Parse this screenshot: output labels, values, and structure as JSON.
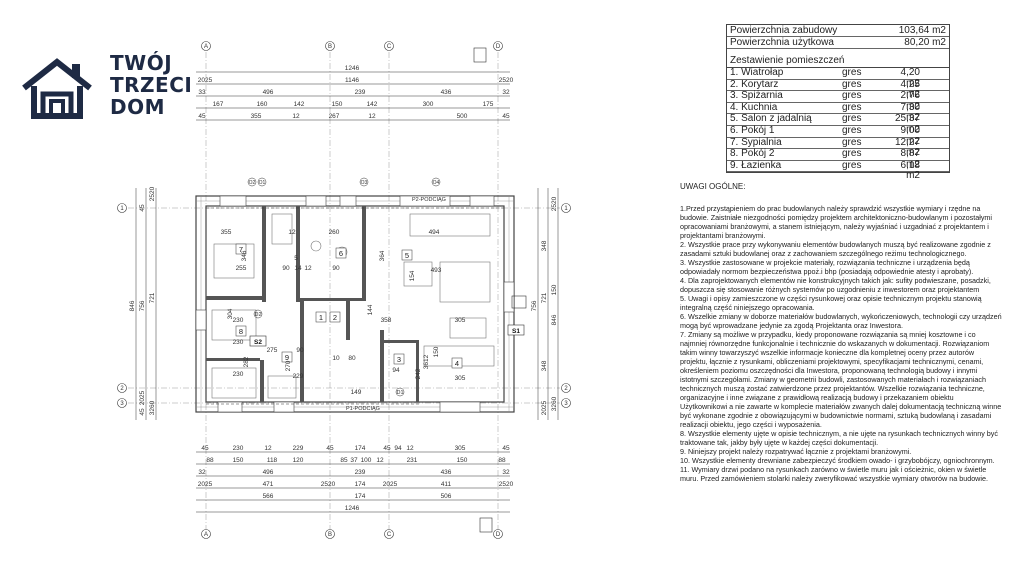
{
  "brand": {
    "line1": "TWÓJ",
    "line2": "TRZECI",
    "line3": "DOM",
    "color": "#1e2a44"
  },
  "summary": {
    "built_label": "Powierzchnia zabudowy",
    "built_value": "103,64 m2",
    "usable_label": "Powierzchnia użytkowa",
    "usable_value": "80,20 m2"
  },
  "rooms_title": "Zestawienie pomieszczeń",
  "rooms": [
    {
      "name": "1. Wiatrołap",
      "floor": "gres",
      "area": "4,20 m2"
    },
    {
      "name": "2. Korytarz",
      "floor": "gres",
      "area": "4,25 m2"
    },
    {
      "name": "3. Spiżarnia",
      "floor": "gres",
      "area": "2,76 m2"
    },
    {
      "name": "4. Kuchnia",
      "floor": "gres",
      "area": "7,30 m2"
    },
    {
      "name": "5. Salon z jadalnią",
      "floor": "gres",
      "area": "25,37 m2"
    },
    {
      "name": "6. Pokój 1",
      "floor": "gres",
      "area": "9,00 m2"
    },
    {
      "name": "7. Sypialnia",
      "floor": "gres",
      "area": "12,27 m2"
    },
    {
      "name": "8. Pokój 2",
      "floor": "gres",
      "area": "8,87 m2"
    },
    {
      "name": "9. Łazienka",
      "floor": "gres",
      "area": "6,18 m2"
    }
  ],
  "notes_title": "UWAGI OGÓLNE:",
  "notes": [
    "1.Przed przystąpieniem do prac budowlanych należy sprawdzić wszystkie wymiary i rzędne na budowie. Zaistniałe niezgodności pomiędzy projektem architektoniczno-budowlanym i pozostałymi opracowaniami branżowymi, a stanem istniejącym, należy wyjaśniać i uzgadniać z projektantem i projektantami branżowymi.",
    "2. Wszystkie prace przy wykonywaniu elementów budowlanych muszą być realizowane zgodnie z zasadami sztuki budowlanej oraz z zachowaniem szczególnego reżimu technologicznego.",
    "3. Wszystkie zastosowane w projekcie materiały, rozwiązania techniczne i urządzenia będą odpowiadały normom bezpieczeństwa ppoż.i bhp (posiadają odpowiednie atesty i aprobaty).",
    "4. Dla zaprojektowanych elementów nie konstrukcyjnych takich jak: sufity podwieszane, posadzki, dopuszcza się stosowanie różnych systemów po uzgodnieniu z inwestorem oraz projektantem",
    "5. Uwagi i opisy zamieszczone w części rysunkowej oraz opisie technicznym projektu stanowią integralną część niniejszego opracowania.",
    "6. Wszelkie zmiany w doborze materiałów budowlanych, wykończeniowych, technologii czy urządzeń mogą być wprowadzane jedynie za zgodą Projektanta oraz Inwestora.",
    "7. Zmiany są możliwe w przypadku, kiedy proponowane rozwiązania są mniej kosztowne i co najmniej równorzędne funkcjonalnie i technicznie do wskazanych w dokumentacji. Rozwiązaniom takim winny towarzyszyć wszelkie informacje konieczne dla kompletnej oceny przez autorów projektu, łącznie z rysunkami, obliczeniami projektowymi, specyfikacjami technicznymi, cenami, określeniem poziomu oszczędności dla Inwestora, proponowaną technologią budowy i innymi istotnymi szczegółami. Zmiany w geometrii budowli, zastosowanych materiałach i rozwiązaniach technicznych muszą zostać zatwierdzone przez projektantów. Wszelkie rozwiązania techniczne, organizacyjne i inne związane z prawidłową realizacją budowy i przekazaniem obiektu Użytkownikowi a nie zawarte w komplecie materiałów zwanych dalej dokumentacją techniczną winne być wykonane zgodnie z obowiązującymi w budownictwie normami, sztuką budowlaną i zasadami realizacji obiektu, jego części i wyposażenia.",
    "8. Wszystkie elementy ujęte w opisie technicznym, a nie ujęte na rysunkach technicznych winny być traktowane tak, jakby były ujęte w każdej części dokumentacji.",
    "9. Niniejszy projekt należy rozpatrywać łącznie z projektami branżowymi.",
    "10. Wszystkie elementy drewniane zabezpieczyć środkiem owado- i grzybobójczy, ogniochronnym.",
    "11. Wymiary drzwi podano na rysunkach zarówno w świetle muru jak i ościeżnic, okien w świetle muru. Przed zamówieniem stolarki należy zweryfikować wszystkie wymiary otworów na budowie."
  ],
  "plan": {
    "axes_top": [
      "A",
      "B",
      "C",
      "D"
    ],
    "axes_side": [
      "1",
      "2",
      "3"
    ],
    "dim_top": {
      "overall": "1246",
      "row1": [
        "2025",
        "1146",
        "2520"
      ],
      "row2": [
        "33",
        "496",
        "239",
        "436",
        "32"
      ],
      "row3": [
        "167",
        "160",
        "142",
        "150",
        "142",
        "300",
        "175"
      ],
      "row4": [
        "45",
        "355",
        "12",
        "267",
        "12",
        "500",
        "45"
      ]
    },
    "dim_bottom": {
      "row1": [
        "45",
        "230",
        "12",
        "229",
        "45",
        "174",
        "45",
        "94",
        "12",
        "305",
        "45"
      ],
      "row2": [
        "88",
        "150",
        "118",
        "120",
        "85",
        "37",
        "100",
        "12",
        "231",
        "150",
        "88"
      ],
      "row3": [
        "32",
        "496",
        "239",
        "436",
        "32"
      ],
      "row4": [
        "2025",
        "471",
        "2520",
        "174",
        "2025",
        "411",
        "2520"
      ],
      "row5": [
        "566",
        "174",
        "506"
      ],
      "overall": "1246"
    },
    "dim_left": [
      "846",
      "756",
      "721",
      "2520",
      "45",
      "2025",
      "3260",
      "45"
    ],
    "dim_right": [
      "348",
      "756",
      "721",
      "150",
      "846",
      "348",
      "2520",
      "3260",
      "2025"
    ],
    "room_numbers": [
      "1",
      "2",
      "3",
      "4",
      "5",
      "6",
      "7",
      "8",
      "9"
    ],
    "inner_dims": [
      "355",
      "12",
      "260",
      "494",
      "346",
      "255",
      "90",
      "14",
      "12",
      "90",
      "5",
      "364",
      "493",
      "154",
      "144",
      "358",
      "305",
      "230",
      "230",
      "275",
      "90",
      "229",
      "282",
      "230",
      "270",
      "10",
      "80",
      "3612",
      "150",
      "242",
      "305",
      "94",
      "149",
      "304"
    ],
    "labels": {
      "podciag_top": "P2-PODCIĄG",
      "podciag_bottom": "P1-PODCIĄG",
      "s1": "S1",
      "s2": "S2",
      "d1": "D1",
      "d2": "D2"
    },
    "columns_top": [
      "O2",
      "O1",
      "O3",
      "O4"
    ],
    "wall_color": "#444444",
    "accent": "#1e2a44"
  }
}
